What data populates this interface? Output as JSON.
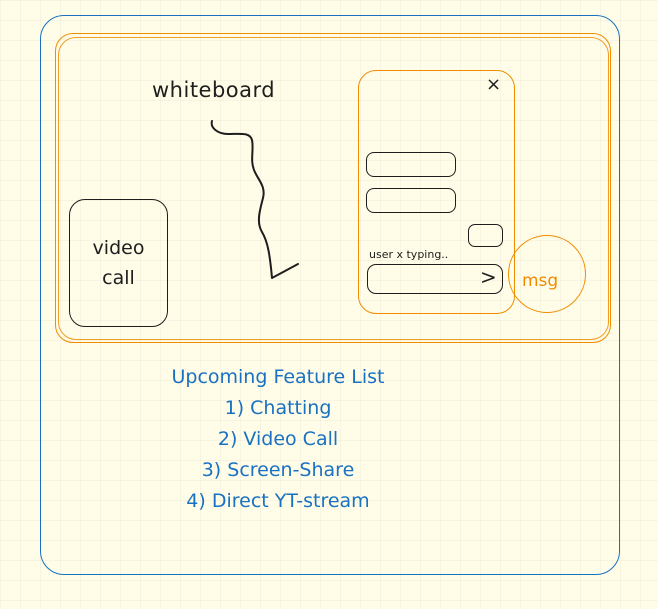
{
  "whiteboard": {
    "label": "whiteboard"
  },
  "video_call": {
    "line1": "video",
    "line2": "call"
  },
  "chat_panel": {
    "close_glyph": "×",
    "close_icon": "close-icon",
    "typing_status": "user x typing..",
    "send_glyph": ">",
    "send_icon": "chevron-right-icon"
  },
  "msg_bubble": {
    "label": "msg"
  },
  "feature_list": {
    "title": "Upcoming Feature List",
    "items": [
      "1) Chatting",
      "2) Video Call",
      "3) Screen-Share",
      "4) Direct YT-stream"
    ]
  },
  "colors": {
    "blue": "#1971c2",
    "orange": "#f08c00",
    "ink": "#1e1e1e",
    "background": "#fffce8"
  }
}
